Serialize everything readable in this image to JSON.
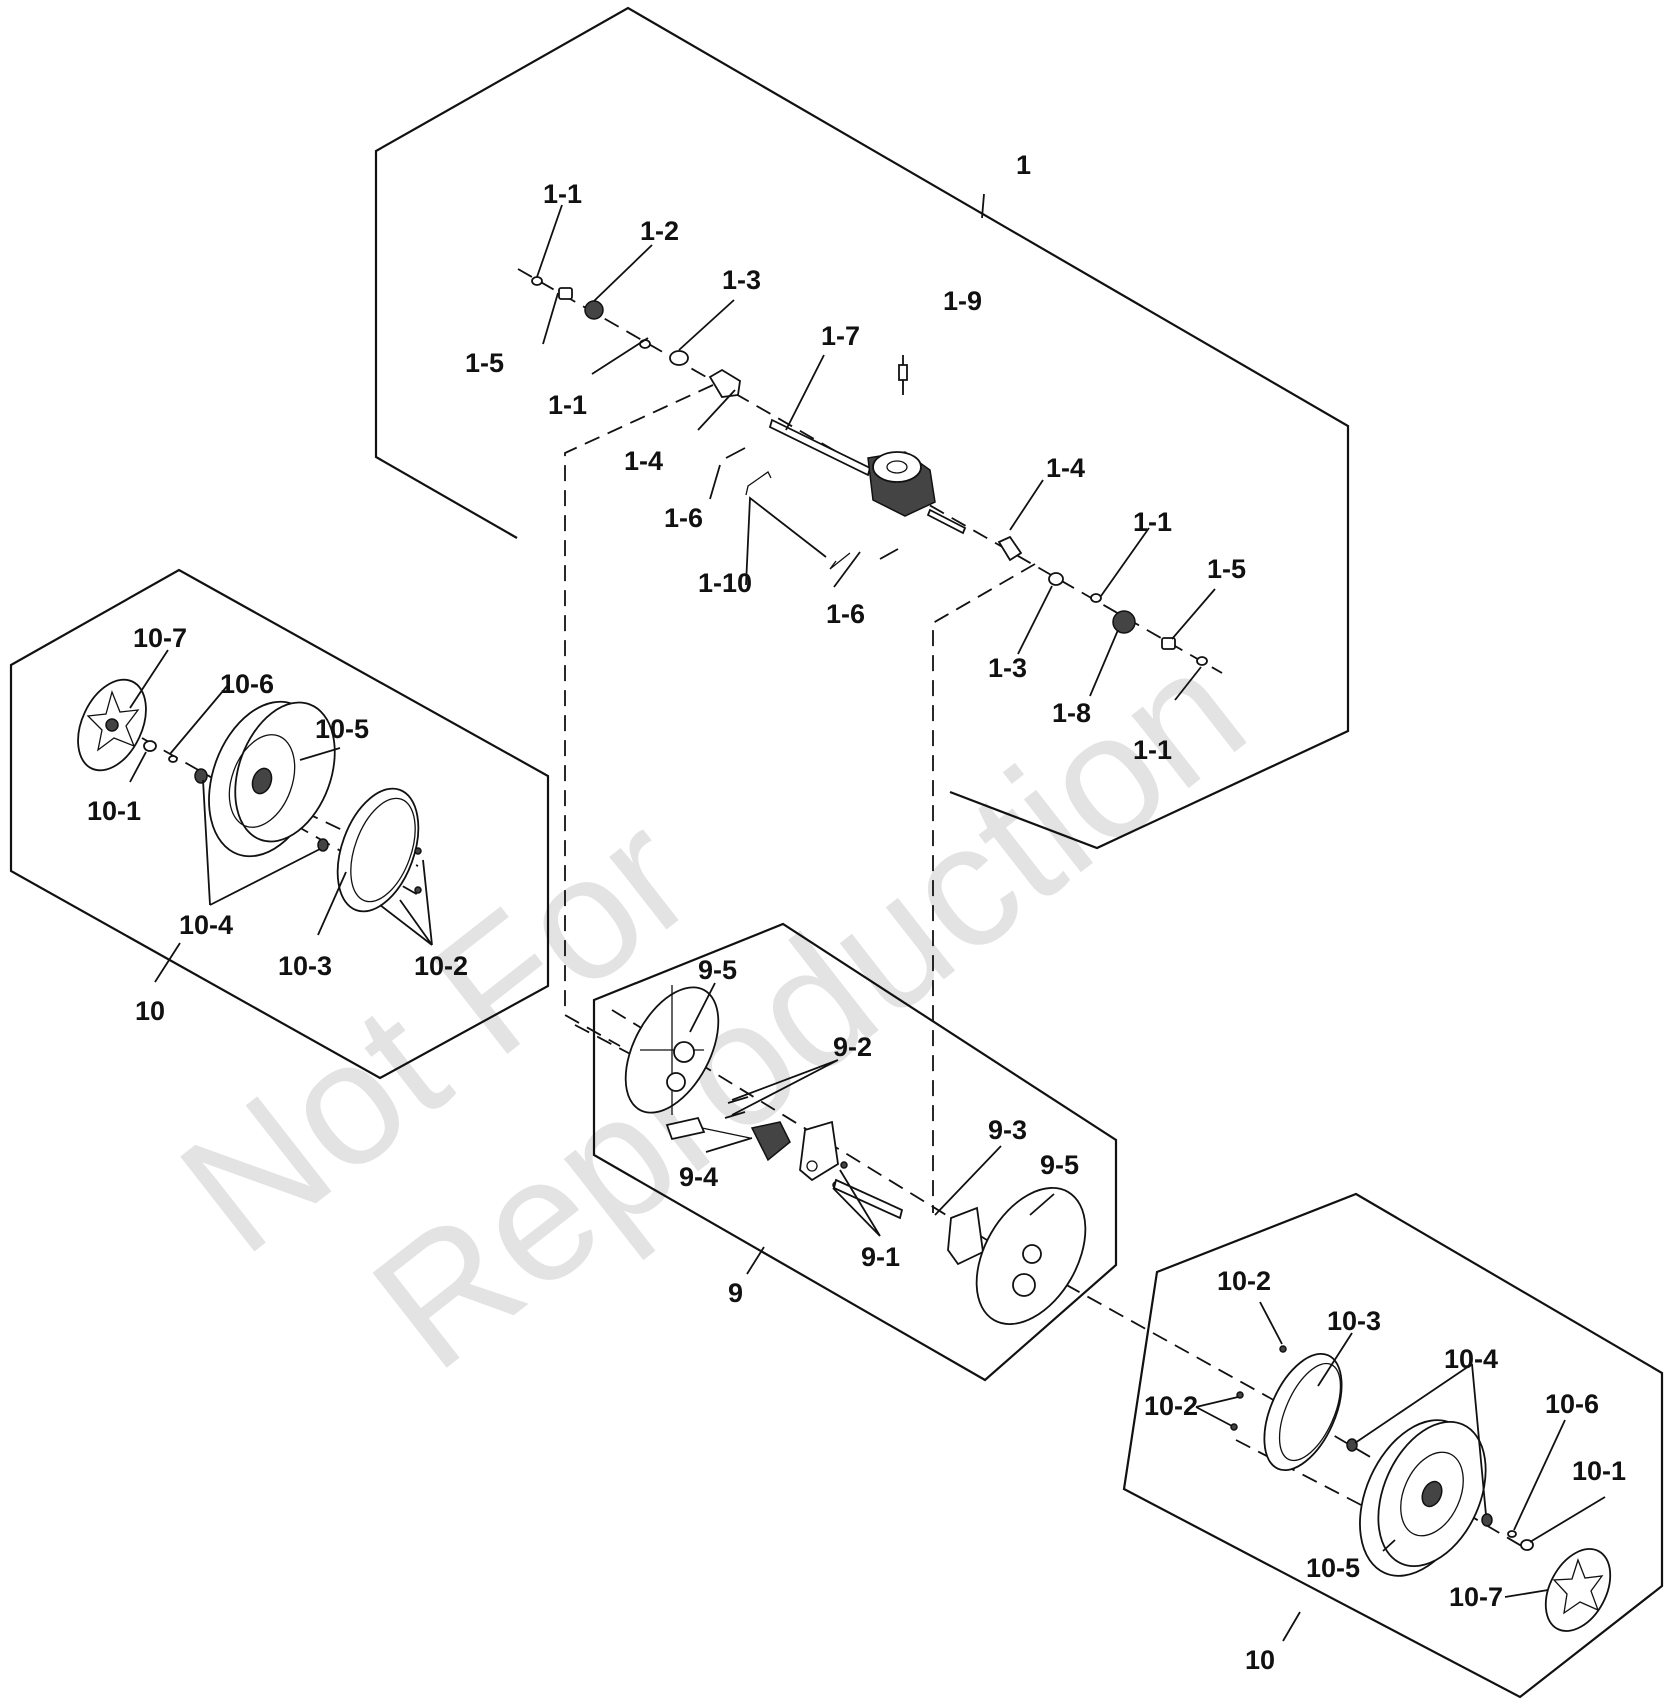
{
  "watermark": {
    "line1": "Not For",
    "line2": "Reproduction"
  },
  "assemblies": {
    "gearbox": {
      "number": "1",
      "parts": {
        "p1_1a": "1-1",
        "p1_2": "1-2",
        "p1_3a": "1-3",
        "p1_5a": "1-5",
        "p1_1b": "1-1",
        "p1_7": "1-7",
        "p1_9": "1-9",
        "p1_4a": "1-4",
        "p1_6a": "1-6",
        "p1_10": "1-10",
        "p1_6b": "1-6",
        "p1_4b": "1-4",
        "p1_1c": "1-1",
        "p1_5b": "1-5",
        "p1_3b": "1-3",
        "p1_8": "1-8",
        "p1_1d": "1-1"
      }
    },
    "wheel_left": {
      "number": "10",
      "parts": {
        "p10_7": "10-7",
        "p10_6": "10-6",
        "p10_5": "10-5",
        "p10_1": "10-1",
        "p10_4": "10-4",
        "p10_3": "10-3",
        "p10_2": "10-2"
      }
    },
    "axle": {
      "number": "9",
      "parts": {
        "p9_5a": "9-5",
        "p9_2": "9-2",
        "p9_3": "9-3",
        "p9_5b": "9-5",
        "p9_4": "9-4",
        "p9_1": "9-1"
      }
    },
    "wheel_right": {
      "number": "10",
      "parts": {
        "p10_2a": "10-2",
        "p10_3": "10-3",
        "p10_4": "10-4",
        "p10_2b": "10-2",
        "p10_6": "10-6",
        "p10_1": "10-1",
        "p10_5": "10-5",
        "p10_7": "10-7"
      }
    }
  }
}
